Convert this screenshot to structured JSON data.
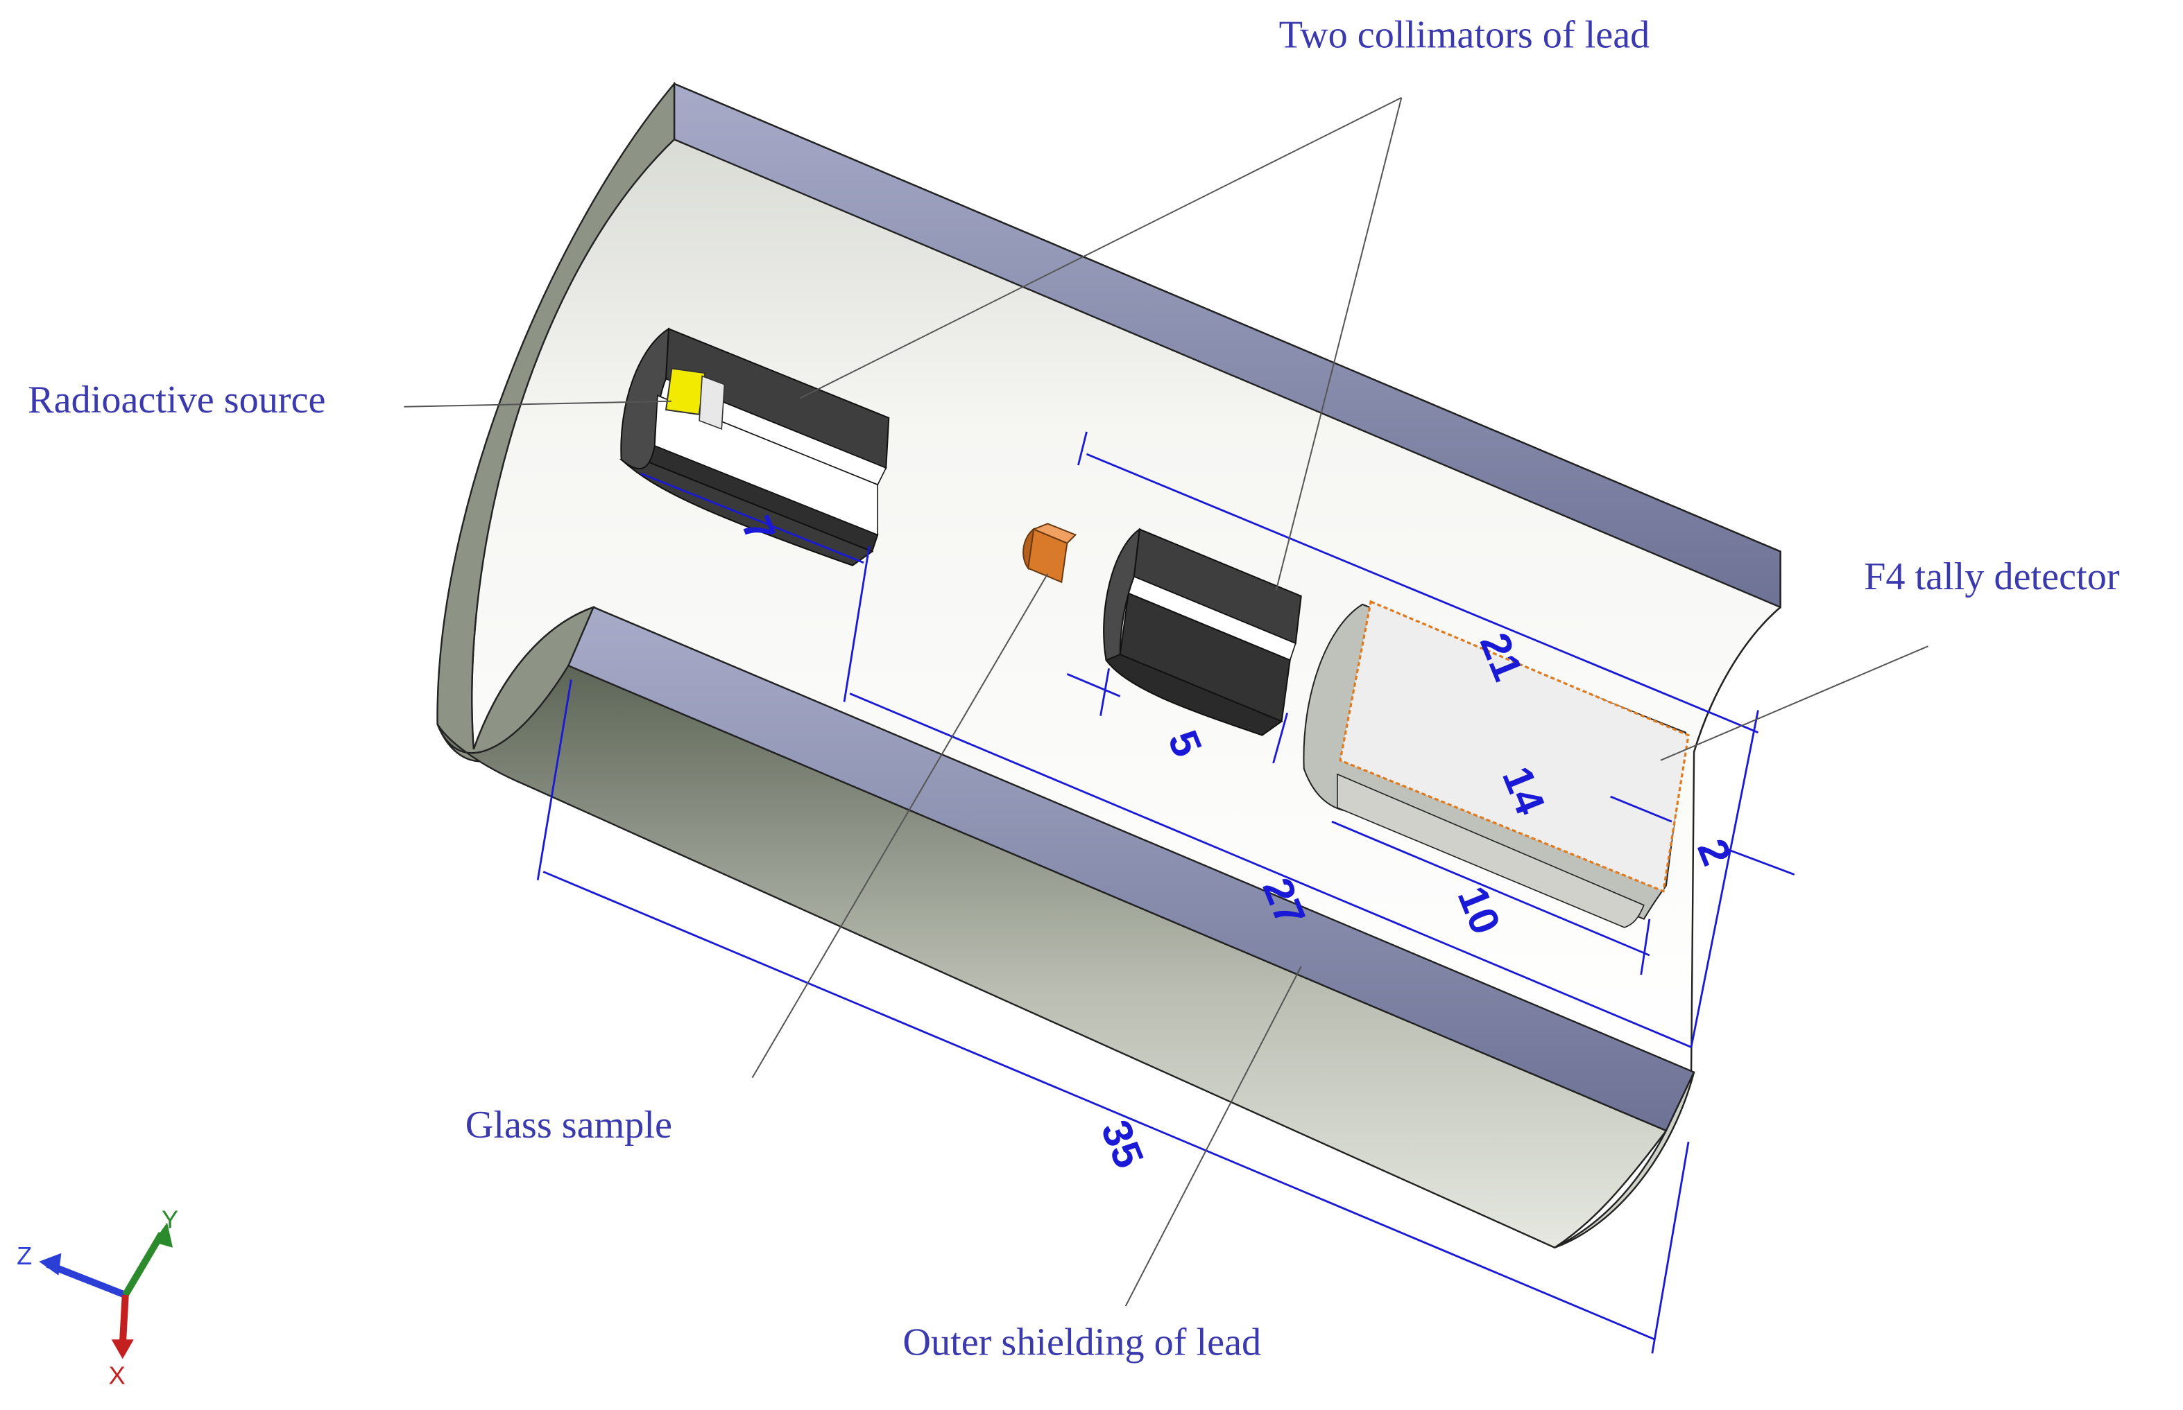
{
  "labels": {
    "collimators": "Two collimators of lead",
    "source": "Radioactive source",
    "detector": "F4 tally detector",
    "sample": "Glass sample",
    "shield": "Outer shielding of lead"
  },
  "dimensions": {
    "total_length": "35",
    "inner_length": "27",
    "span_21": "21",
    "detector_height": "14",
    "detector_length": "10",
    "collimator_gap": "5",
    "detector_offset": "2",
    "source_collimator": "7"
  },
  "triad": {
    "z": "Z",
    "y": "Y",
    "x": "X"
  },
  "colors": {
    "lead_dark": "#3a3a3a",
    "shield_edge": "#8a8fb0",
    "source_yellow": "#f2ea00",
    "sample_orange": "#d97a2b",
    "dimension_blue": "#1a1ad6",
    "label_blue": "#3a3aae"
  }
}
